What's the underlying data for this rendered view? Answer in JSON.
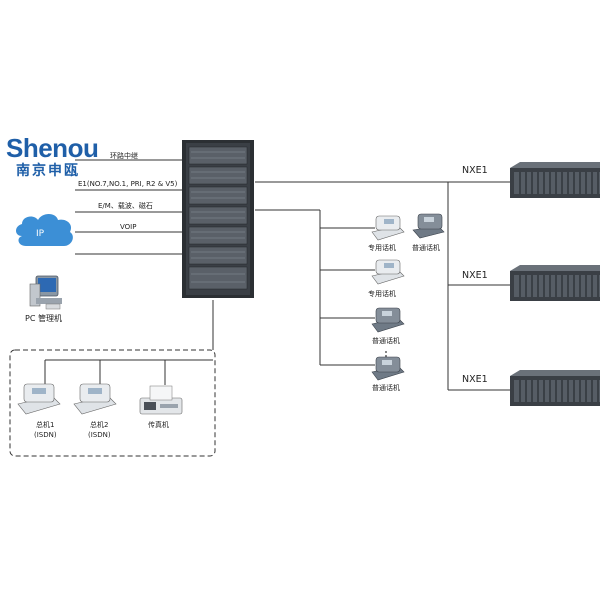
{
  "logo": {
    "brand": "Shenou",
    "brand_cn": "南京申瓯"
  },
  "trunk_labels": {
    "loop_trunk": "环路中继",
    "e1": "E1(NO.7,NO.1, PRI, R2 & V5)",
    "em": "E/M、载波、磁石",
    "voip": "VOIP"
  },
  "ip_cloud": {
    "label": "IP"
  },
  "pc": {
    "label": "PC 管理机"
  },
  "right_phones": {
    "dedicated_1": "专用话机",
    "ordinary_1": "普通话机",
    "dedicated_2": "专用话机",
    "ordinary_2": "普通话机",
    "ordinary_3": "普通话机"
  },
  "nxe": [
    "NXE1",
    "NXE1",
    "NXE1"
  ],
  "bottom_devices": {
    "console_1": "总机1",
    "console_1_sub": "(ISDN)",
    "console_2": "总机2",
    "console_2_sub": "(ISDN)",
    "fax": "传真机"
  },
  "colors": {
    "brand": "#1f5fa8",
    "cloud": "#3c8fd6",
    "line": "#333333",
    "rack": "#2b2f33"
  }
}
